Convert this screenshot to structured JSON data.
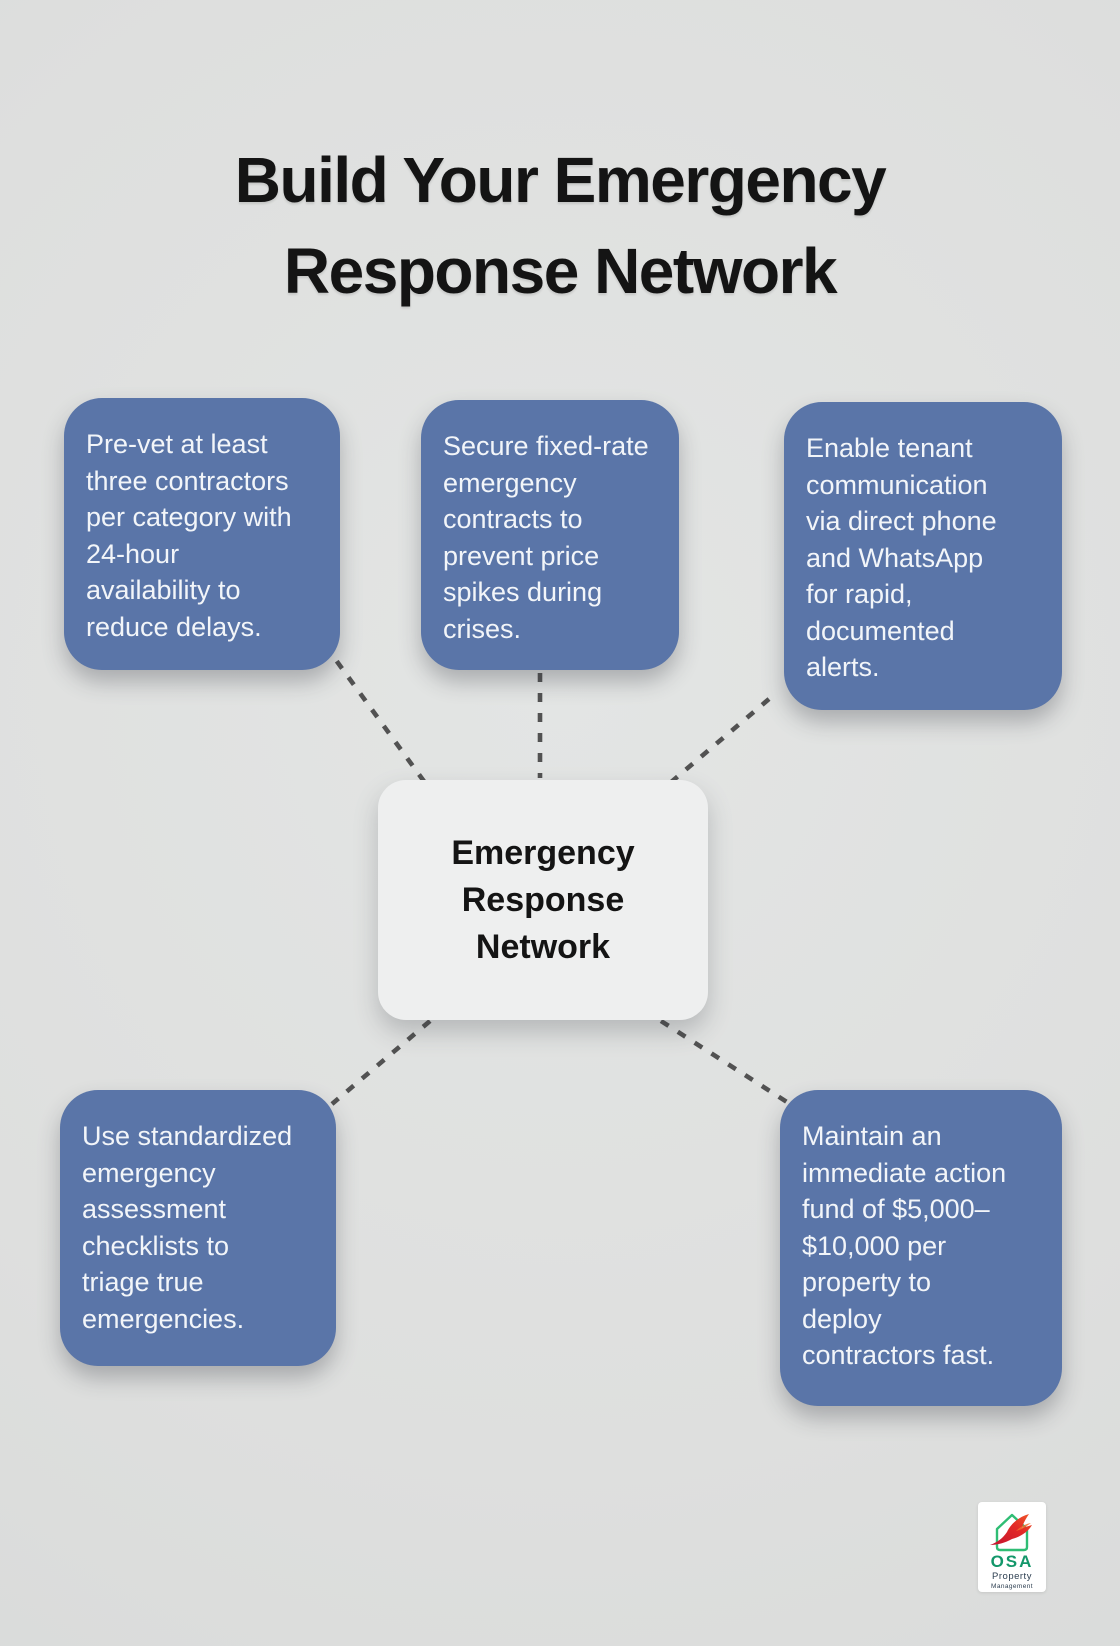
{
  "poster": {
    "title_lines": [
      "Build Your Emergency",
      "Response Network"
    ],
    "center": {
      "label": "Emergency Response Network",
      "lines": [
        "Emergency",
        "Response",
        "Network"
      ]
    },
    "cards": [
      {
        "id": "pre-vet-contractors",
        "lines": [
          "Pre-vet at least",
          "three contractors",
          "per category with",
          "24-hour",
          "availability to",
          "reduce delays."
        ]
      },
      {
        "id": "fixed-rate-contracts",
        "lines": [
          "Secure fixed-rate",
          "emergency",
          "contracts to",
          "prevent price",
          "spikes during",
          "crises."
        ]
      },
      {
        "id": "tenant-communication",
        "lines": [
          "Enable tenant",
          "communication",
          "via direct phone",
          "and WhatsApp",
          "for rapid,",
          "documented",
          "alerts."
        ]
      },
      {
        "id": "assessment-checklists",
        "lines": [
          "Use standardized",
          "emergency",
          "assessment",
          "checklists to",
          "triage true",
          "emergencies."
        ]
      },
      {
        "id": "action-fund",
        "lines": [
          "Maintain an",
          "immediate action",
          "fund of $5,000–",
          "$10,000 per",
          "property to",
          "deploy",
          "contractors fast."
        ]
      }
    ],
    "logo": {
      "brand": "OSA",
      "sub1": "Property",
      "sub2": "Management"
    }
  },
  "colors": {
    "background": "#dedfde",
    "card_fill": "#5a75a8",
    "card_text": "#f2f5f9",
    "center_fill": "#eeefef",
    "title_text": "#141414",
    "connector": "#525252",
    "logo_green": "#2fbd74",
    "logo_red": "#dd2128",
    "logo_text_dark": "#2c3e50"
  }
}
